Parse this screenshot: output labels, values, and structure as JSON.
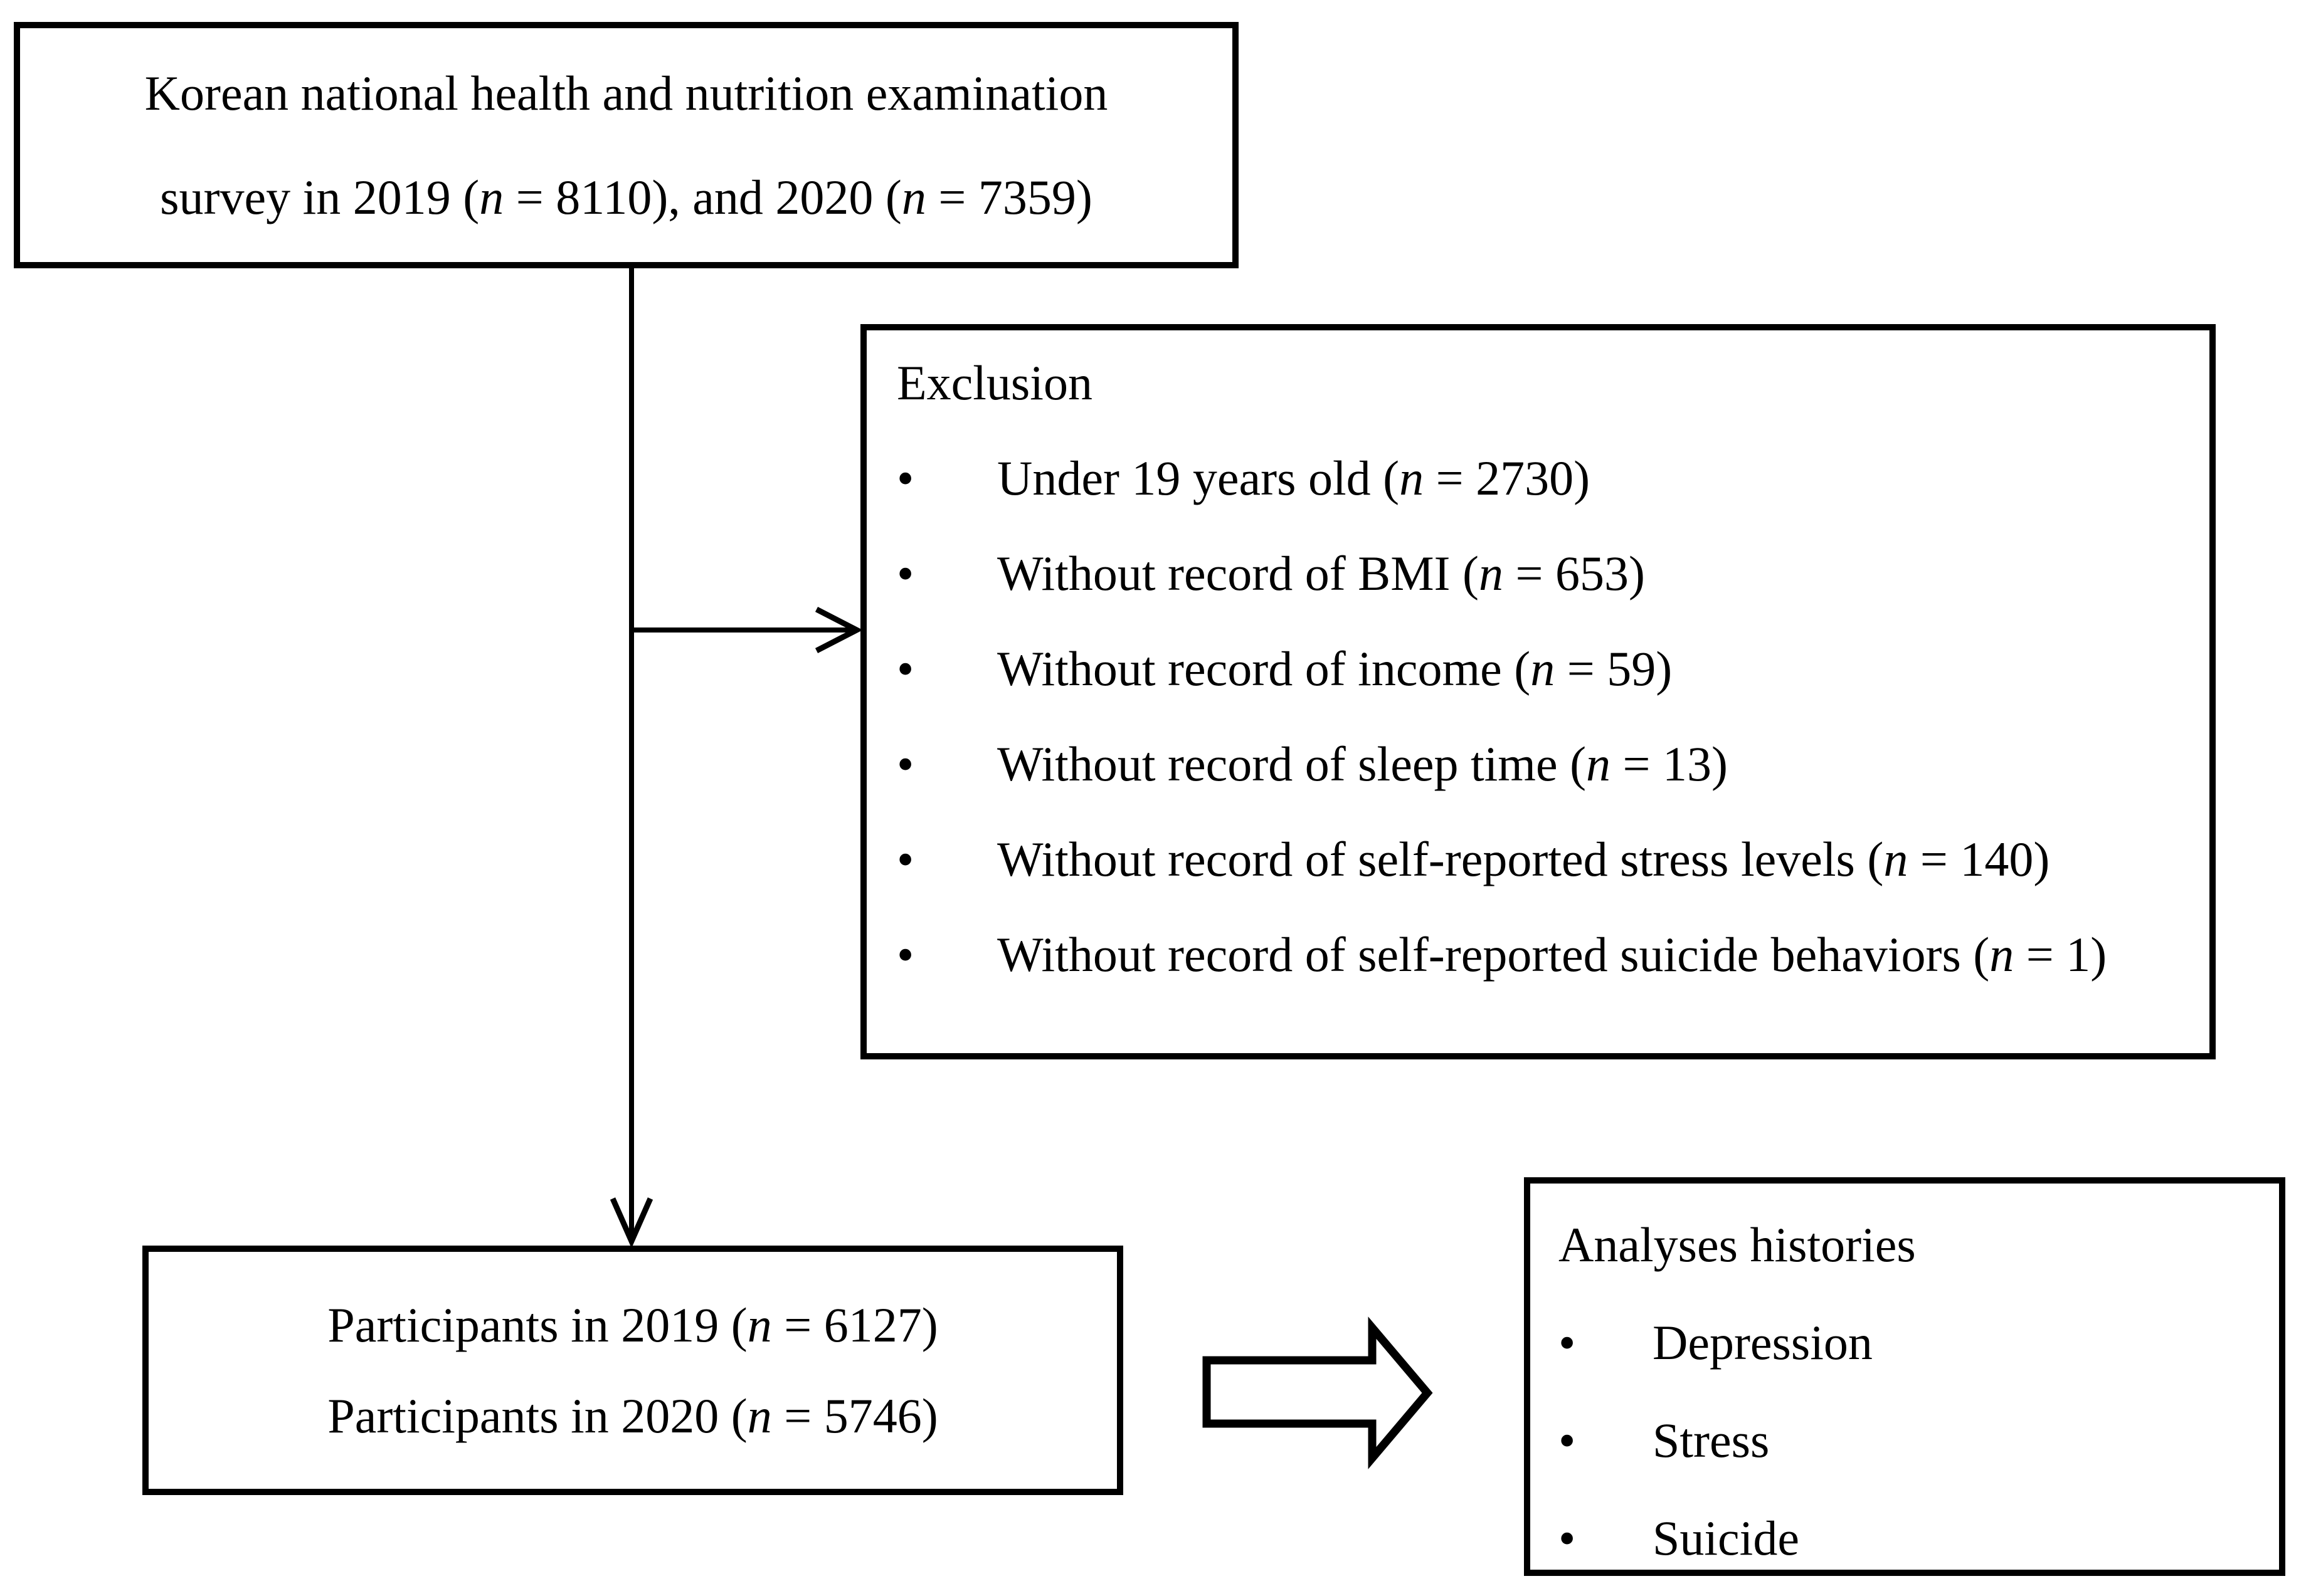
{
  "diagram": {
    "bullet_glyph": "•",
    "colors": {
      "line": "#000000",
      "background": "#ffffff",
      "text": "#000000"
    },
    "source_box": {
      "line1": "Korean national health and nutrition examination",
      "line2": "survey in  2019 (n = 8110), and 2020 (n = 7359)"
    },
    "exclusion_box": {
      "title": "Exclusion",
      "items": [
        "Under 19 years old (n = 2730)",
        "Without record of BMI (n = 653)",
        "Without record of income (n = 59)",
        "Without record of sleep time (n = 13)",
        "Without record of self-reported stress levels (n = 140)",
        "Without record of self-reported suicide behaviors (n = 1)"
      ]
    },
    "participants_box": {
      "line1": "Participants in 2019 (n = 6127)",
      "line2": "Participants in 2020 (n = 5746)"
    },
    "analyses_box": {
      "title": "Analyses histories",
      "items": [
        "Depression",
        "Stress",
        "Suicide"
      ]
    }
  }
}
